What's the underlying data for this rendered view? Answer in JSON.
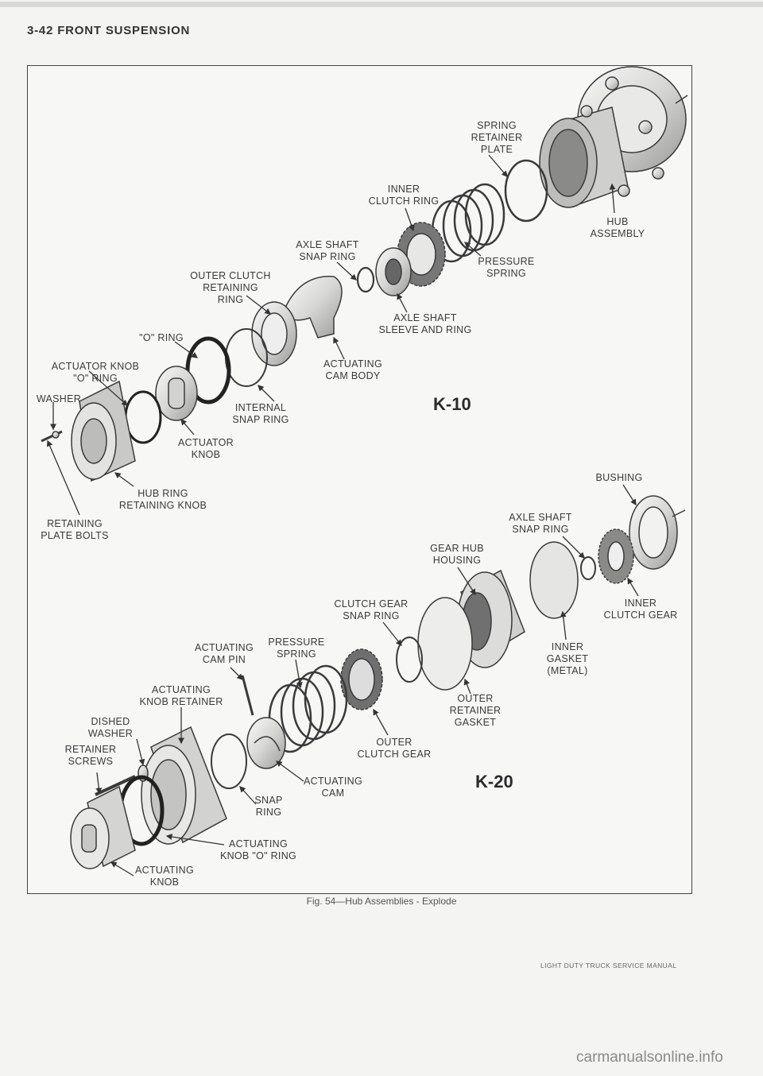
{
  "page": {
    "header": "3-42 FRONT SUSPENSION",
    "caption": "Fig. 54—Hub Assemblies - Explode",
    "footer": "LIGHT DUTY TRUCK SERVICE MANUAL",
    "watermark": "carmanualsonline.info"
  },
  "k10": {
    "model": "K-10",
    "labels": {
      "spring_retainer_plate": [
        "SPRING",
        "RETAINER",
        "PLATE"
      ],
      "inner_clutch_ring": [
        "INNER",
        "CLUTCH RING"
      ],
      "hub_assembly": [
        "HUB",
        "ASSEMBLY"
      ],
      "axle_shaft_snap_ring": [
        "AXLE SHAFT",
        "SNAP RING"
      ],
      "pressure_spring": [
        "PRESSURE",
        "SPRING"
      ],
      "outer_clutch_retaining_ring": [
        "OUTER CLUTCH",
        "RETAINING",
        "RING"
      ],
      "axle_shaft_sleeve_and_ring": [
        "AXLE SHAFT",
        "SLEEVE AND RING"
      ],
      "o_ring": [
        "\"O\" RING"
      ],
      "actuating_cam_body": [
        "ACTUATING",
        "CAM BODY"
      ],
      "actuator_knob_o_ring": [
        "ACTUATOR KNOB",
        "\"O\" RING"
      ],
      "washer": [
        "WASHER"
      ],
      "internal_snap_ring": [
        "INTERNAL",
        "SNAP RING"
      ],
      "actuator_knob": [
        "ACTUATOR",
        "KNOB"
      ],
      "hub_ring_retaining_knob": [
        "HUB RING",
        "RETAINING KNOB"
      ],
      "retaining_plate_bolts": [
        "RETAINING",
        "PLATE BOLTS"
      ]
    }
  },
  "k20": {
    "model": "K-20",
    "labels": {
      "bushing": [
        "BUSHING"
      ],
      "axle_shaft_snap_ring": [
        "AXLE SHAFT",
        "SNAP RING"
      ],
      "gear_hub_housing": [
        "GEAR HUB",
        "HOUSING"
      ],
      "inner_clutch_gear": [
        "INNER",
        "CLUTCH GEAR"
      ],
      "clutch_gear_snap_ring": [
        "CLUTCH GEAR",
        "SNAP RING"
      ],
      "actuating_cam_pin": [
        "ACTUATING",
        "CAM PIN"
      ],
      "pressure_spring": [
        "PRESSURE",
        "SPRING"
      ],
      "inner_gasket_metal": [
        "INNER",
        "GASKET",
        "(METAL)"
      ],
      "actuating_knob_retainer": [
        "ACTUATING",
        "KNOB RETAINER"
      ],
      "outer_retainer_gasket": [
        "OUTER",
        "RETAINER",
        "GASKET"
      ],
      "dished_washer": [
        "DISHED",
        "WASHER"
      ],
      "outer_clutch_gear": [
        "OUTER",
        "CLUTCH GEAR"
      ],
      "retainer_screws": [
        "RETAINER",
        "SCREWS"
      ],
      "actuating_cam": [
        "ACTUATING",
        "CAM"
      ],
      "snap_ring": [
        "SNAP",
        "RING"
      ],
      "actuating_knob_o_ring": [
        "ACTUATING",
        "KNOB \"O\" RING"
      ],
      "actuating_knob": [
        "ACTUATING",
        "KNOB"
      ]
    }
  }
}
